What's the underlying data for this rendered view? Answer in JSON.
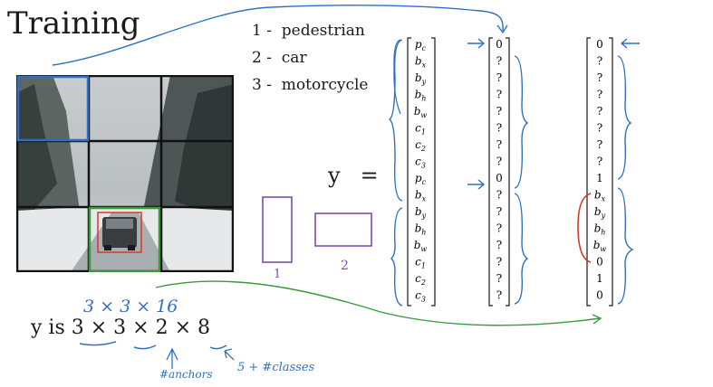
{
  "title": "Training",
  "classes": [
    {
      "num": "1 -",
      "label": "pedestrian"
    },
    {
      "num": "2 -",
      "label": "car"
    },
    {
      "num": "3 -",
      "label": "motorcycle"
    }
  ],
  "equation": {
    "y": "y",
    "eq": "="
  },
  "vector_labels": [
    "p",
    "b",
    "b",
    "b",
    "b",
    "c",
    "c",
    "c",
    "p",
    "b",
    "b",
    "b",
    "b",
    "c",
    "c",
    "c"
  ],
  "vector_subs": [
    "c",
    "x",
    "y",
    "h",
    "w",
    "1",
    "2",
    "3",
    "c",
    "x",
    "y",
    "h",
    "w",
    "1",
    "2",
    "3"
  ],
  "vector_a": [
    "0",
    "?",
    "?",
    "?",
    "?",
    "?",
    "?",
    "?",
    "0",
    "?",
    "?",
    "?",
    "?",
    "?",
    "?",
    "?"
  ],
  "vector_b": [
    "0",
    "?",
    "?",
    "?",
    "?",
    "?",
    "?",
    "?",
    "1",
    "b",
    "b",
    "b",
    "b",
    "0",
    "1",
    "0"
  ],
  "vector_b_subs": [
    "",
    "",
    "",
    "",
    "",
    "",
    "",
    "",
    "",
    "x",
    "y",
    "h",
    "w",
    "",
    "",
    ""
  ],
  "shape_line": {
    "prefix": "y  is",
    "value": "3 × 3 × 2 × 8"
  },
  "handwritten": {
    "shape_alt": "3 × 3 × 16",
    "anchors": "#anchors",
    "classes_note": "5 + #classes",
    "box1": "1",
    "box2": "2"
  },
  "colors": {
    "blue_ink": "#2f6fc4",
    "green_ink": "#3a9a3a",
    "red_ink": "#d43a2a",
    "purple_ink": "#7a4fb0",
    "grid_line": "#111111"
  }
}
